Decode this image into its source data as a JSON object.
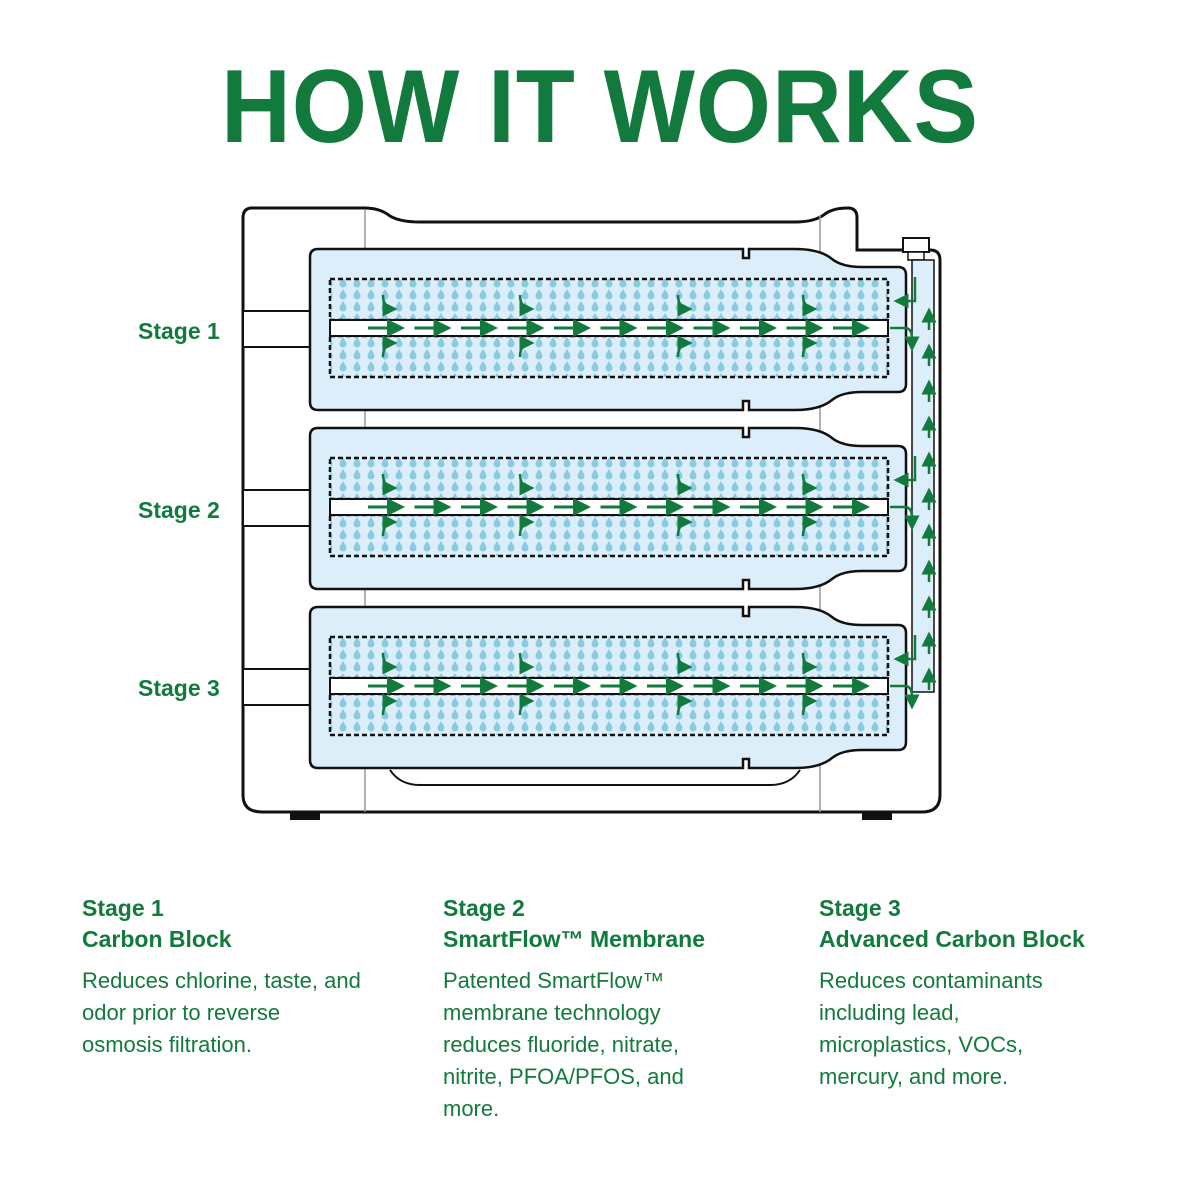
{
  "title": "HOW IT WORKS",
  "diagram_labels": [
    "Stage 1",
    "Stage 2",
    "Stage 3"
  ],
  "stages": [
    {
      "stage": "Stage 1",
      "name": "Carbon Block",
      "body": "Reduces chlorine, taste, and odor prior to reverse osmosis filtration."
    },
    {
      "stage": "Stage 2",
      "name": "SmartFlow™ Membrane",
      "body": "Patented SmartFlow™ membrane technology reduces fluoride, nitrate, nitrite, PFOA/PFOS, and more."
    },
    {
      "stage": "Stage 3",
      "name": "Advanced Carbon Block",
      "body": "Reduces contaminants including lead, microplastics, VOCs, mercury, and more."
    }
  ],
  "colors": {
    "green": "#127a3c",
    "filter_fill": "#dbeefa",
    "droplet": "#7cc6dd",
    "outline": "#111111"
  }
}
